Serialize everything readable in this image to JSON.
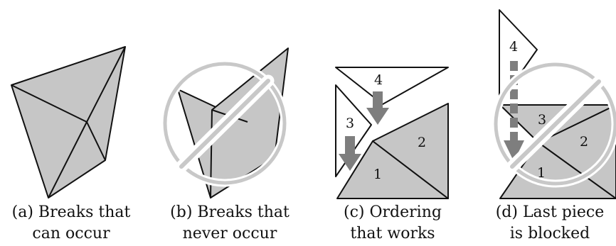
{
  "colors": {
    "piece_fill": "#c6c6c6",
    "edge": "#111111",
    "arrow": "#7e7e7e",
    "prohibit_sign": "#c8c8c8",
    "background": "#ffffff"
  },
  "panels": [
    {
      "caption_line1": "(a) Breaks that",
      "caption_line2": "can occur"
    },
    {
      "caption_line1": "(b) Breaks that",
      "caption_line2": "never occur",
      "overlay_icon": "prohibited-sign"
    },
    {
      "caption_line1": "(c) Ordering",
      "caption_line2": "that works",
      "piece_labels": [
        "1",
        "2",
        "3",
        "4"
      ]
    },
    {
      "caption_line1": "(d) Last piece",
      "caption_line2": "is blocked",
      "overlay_icon": "prohibited-sign",
      "piece_labels": [
        "1",
        "2",
        "3",
        "4"
      ]
    }
  ]
}
